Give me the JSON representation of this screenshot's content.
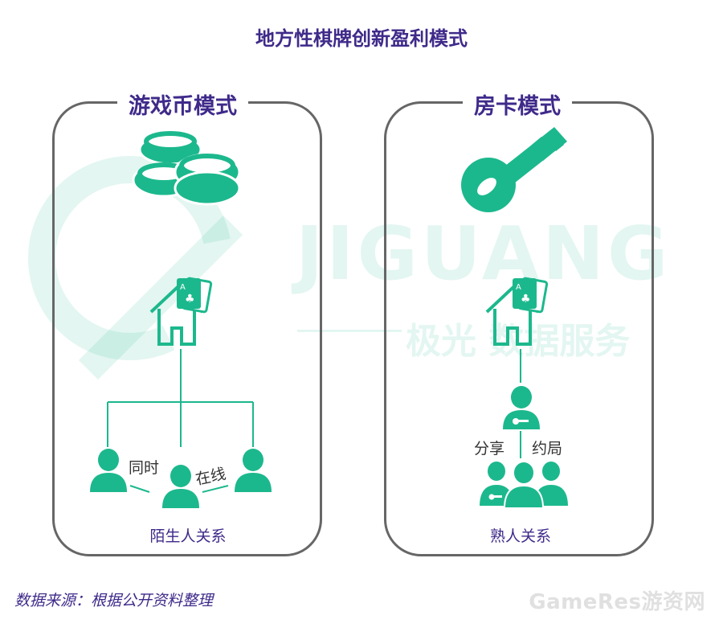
{
  "title": "地方性棋牌创新盈利模式",
  "watermark": {
    "big": "JIGUANG",
    "sub": "极光 数据服务"
  },
  "left_panel": {
    "label": "游戏币模式",
    "link_left": "同时",
    "link_right": "在线",
    "caption": "陌生人关系"
  },
  "right_panel": {
    "label": "房卡模式",
    "link_left": "分享",
    "link_right": "约局",
    "caption": "熟人关系"
  },
  "source": "数据来源：根据公开资料整理",
  "brand": "GameRes游资网",
  "colors": {
    "accent": "#1cb88d",
    "title": "#3f2a8a",
    "border": "#666666"
  }
}
